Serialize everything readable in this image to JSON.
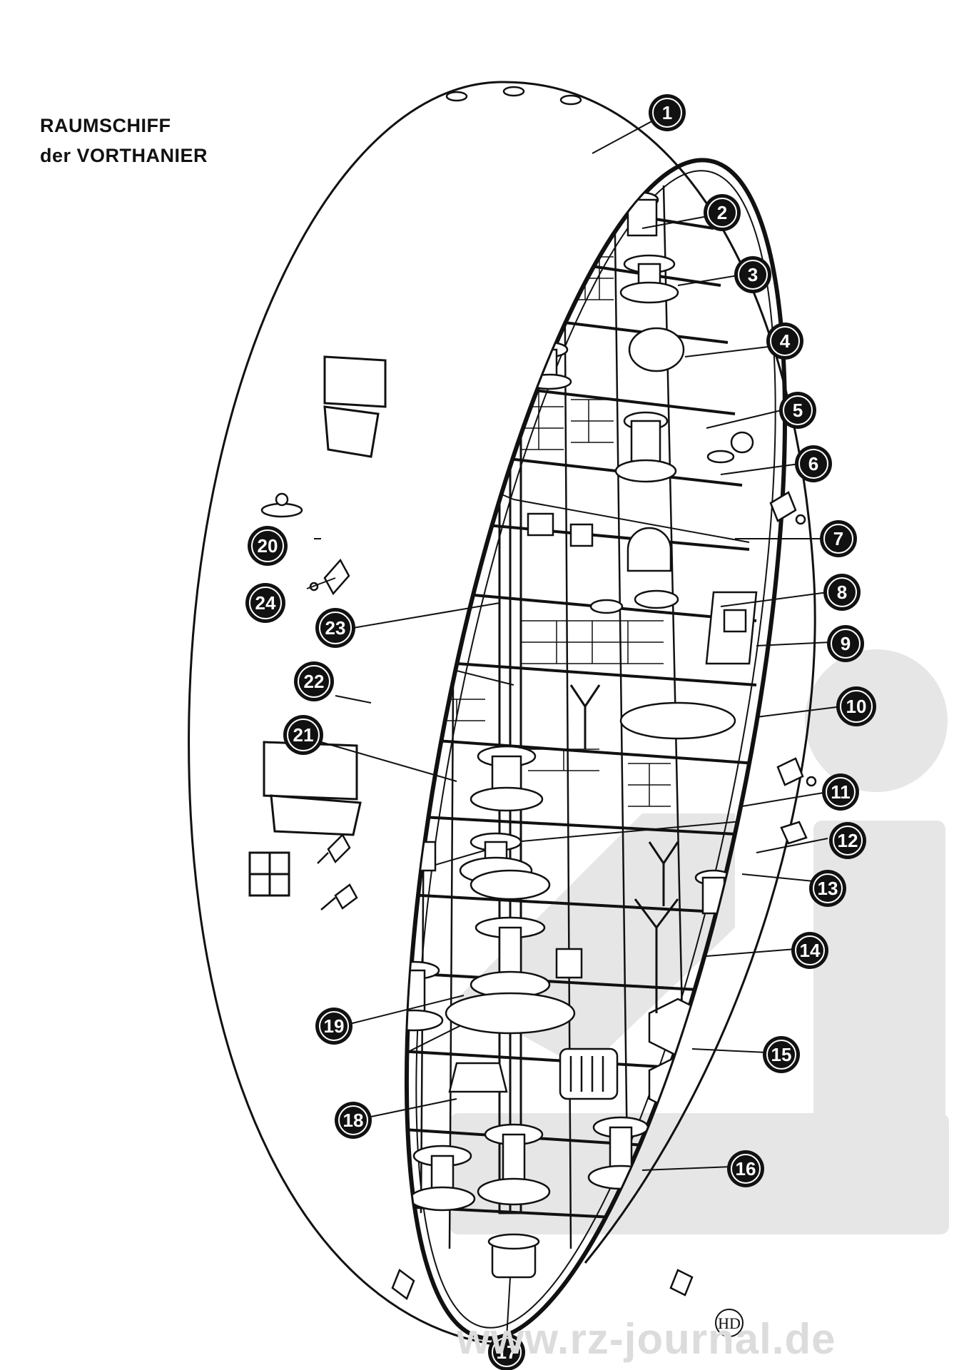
{
  "title": {
    "line1": "RAUMSCHIFF",
    "line2": "der VORTHANIER"
  },
  "callouts": [
    "1",
    "2",
    "3",
    "4",
    "5",
    "6",
    "7",
    "8",
    "9",
    "10",
    "11",
    "12",
    "13",
    "14",
    "15",
    "16",
    "17",
    "18",
    "19",
    "20",
    "21",
    "22",
    "23",
    "24"
  ],
  "artist_monogram": "HD",
  "watermark": {
    "text": "www.rz-journal.de",
    "color": "#dcdcdc"
  },
  "colors": {
    "ink": "#111111",
    "paper": "#ffffff",
    "watermark": "#dcdcdc"
  }
}
